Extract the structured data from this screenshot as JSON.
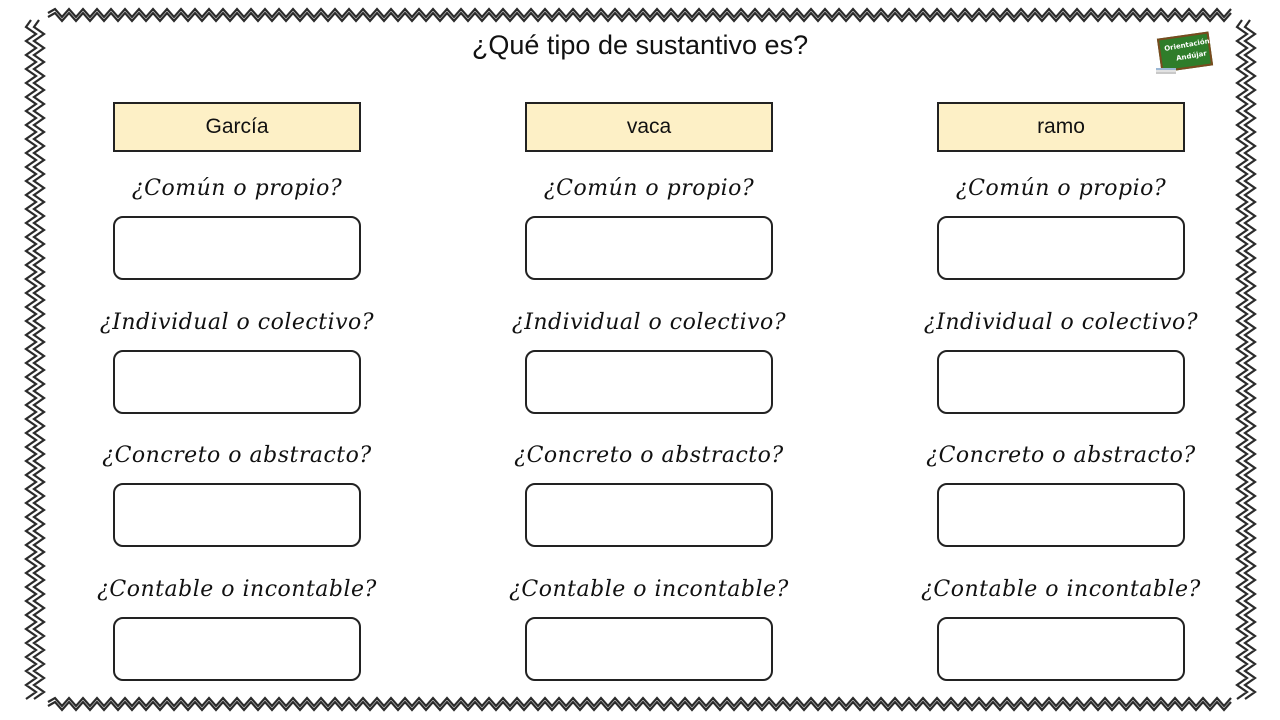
{
  "title": "¿Qué tipo de sustantivo es?",
  "logo": {
    "line1": "Orientación",
    "line2": "Andújar"
  },
  "columns": [
    {
      "word": "García"
    },
    {
      "word": "vaca"
    },
    {
      "word": "ramo"
    }
  ],
  "questions": [
    "¿Común o propio?",
    "¿Individual o colectivo?",
    "¿Concreto o abstracto?",
    "¿Contable o incontable?"
  ],
  "colors": {
    "word_box_fill": "#fdf0c6",
    "border_zigzag": "#2b2b2b",
    "logo_board": "#2f7d2a"
  }
}
